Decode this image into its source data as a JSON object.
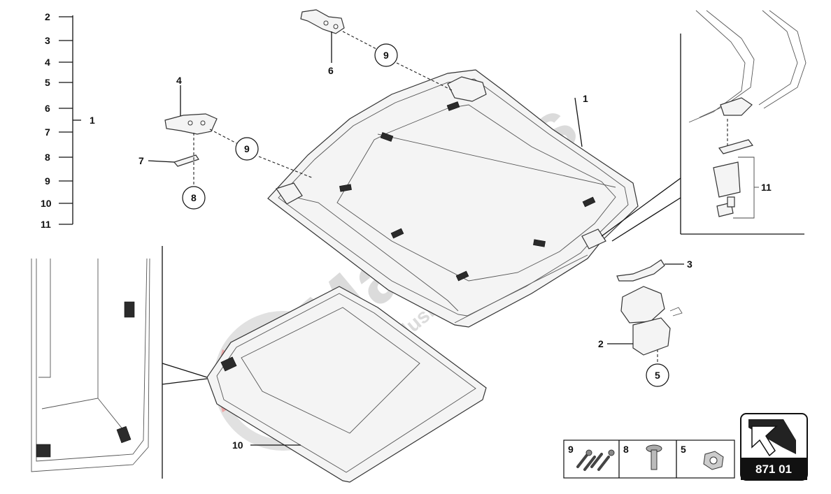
{
  "watermark": {
    "brand": "Maxparts",
    "tagline": "Exclusive Car Parts specialist",
    "color": "#c9c9c9",
    "accent": "#e04040"
  },
  "legend_list": {
    "items": [
      "2",
      "3",
      "4",
      "5",
      "6",
      "7",
      "8",
      "9",
      "10",
      "11"
    ],
    "group_label": "1"
  },
  "callouts": {
    "main_cover": "1",
    "latch": "2",
    "latch_bracket": "3",
    "hinge_left": "4",
    "latch_nut": "5",
    "hinge_top": "6",
    "plate": "7",
    "bolt": "8",
    "hinge_bolt_top": "9",
    "hinge_bolt_left": "9",
    "liner": "10",
    "detail_bracket": "11"
  },
  "fasteners_table": {
    "cells": [
      {
        "label": "9",
        "icon": "bolt-pair-icon"
      },
      {
        "label": "8",
        "icon": "flange-bolt-icon"
      },
      {
        "label": "5",
        "icon": "hex-nut-icon"
      }
    ]
  },
  "diagram_ref": {
    "code": "871 01",
    "icon": "arrow-panel-icon"
  }
}
